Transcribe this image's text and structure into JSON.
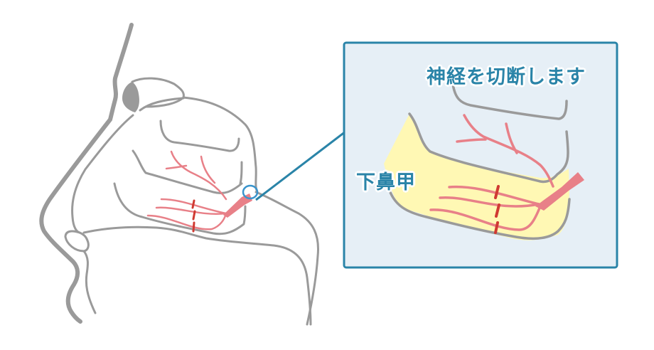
{
  "diagram": {
    "type": "medical-illustration",
    "subject": "Sagittal nasal cavity with inferior turbinate nerve",
    "callout": {
      "title_label": "神経を切断します",
      "region_label": "下鼻甲"
    },
    "colors": {
      "outline": "#9a9a9a",
      "nerve": "#e88088",
      "cut_mark": "#d03a32",
      "callout_border": "#2a84a8",
      "callout_background": "#e6eff6",
      "turbinate_fill": "#fff8b4",
      "highlight_circle": "#3a94cc",
      "label_text": "#2a84a8"
    },
    "elements": [
      "face-profile-outline",
      "nasal-cavity-outline",
      "inferior-turbinate",
      "posterior-nasal-nerve",
      "cut-marks",
      "zoom-callout-box",
      "leader-line"
    ]
  }
}
